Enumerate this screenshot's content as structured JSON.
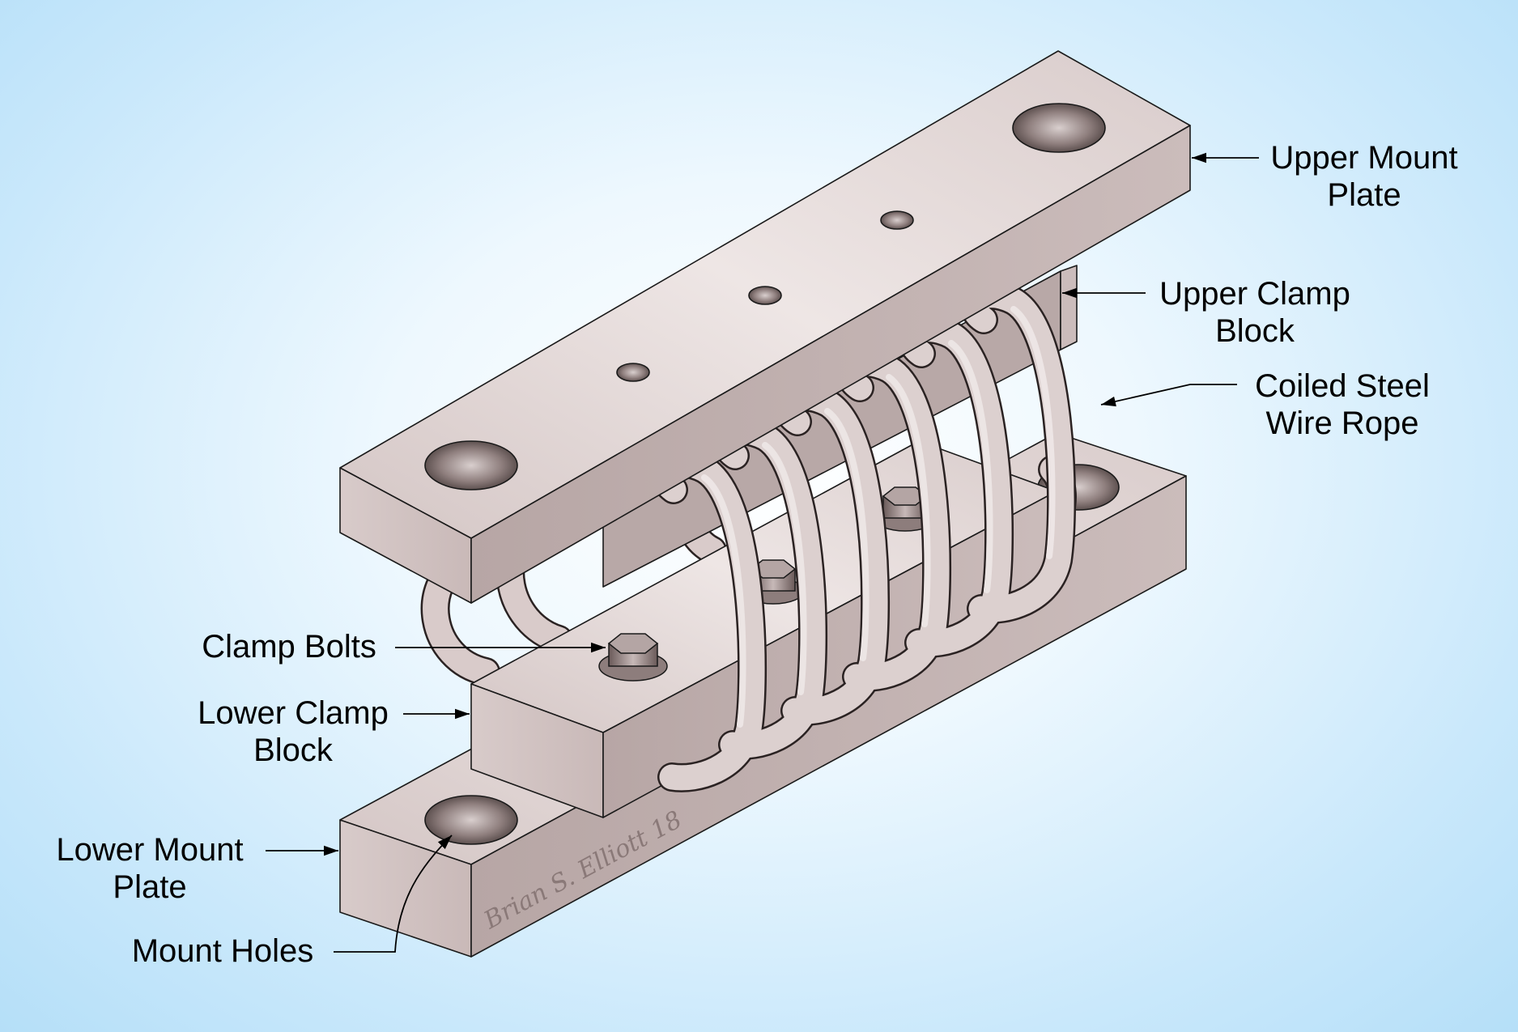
{
  "labels": {
    "upper_mount_plate": [
      "Upper Mount",
      "Plate"
    ],
    "upper_clamp_block": [
      "Upper Clamp",
      "Block"
    ],
    "coiled_steel_wire_rope": [
      "Coiled Steel",
      "Wire Rope"
    ],
    "clamp_bolts": "Clamp Bolts",
    "lower_clamp_block": [
      "Lower Clamp",
      "Block"
    ],
    "lower_mount_plate": [
      "Lower Mount",
      "Plate"
    ],
    "mount_holes": "Mount Holes"
  },
  "signature": "Brian S. Elliott 18",
  "colors": {
    "metal_top": "#e3d8d7",
    "metal_front": "#d2c4c3",
    "metal_dark": "#a89998",
    "background": "#c9e8fb",
    "outline": "#1a1a1a"
  }
}
